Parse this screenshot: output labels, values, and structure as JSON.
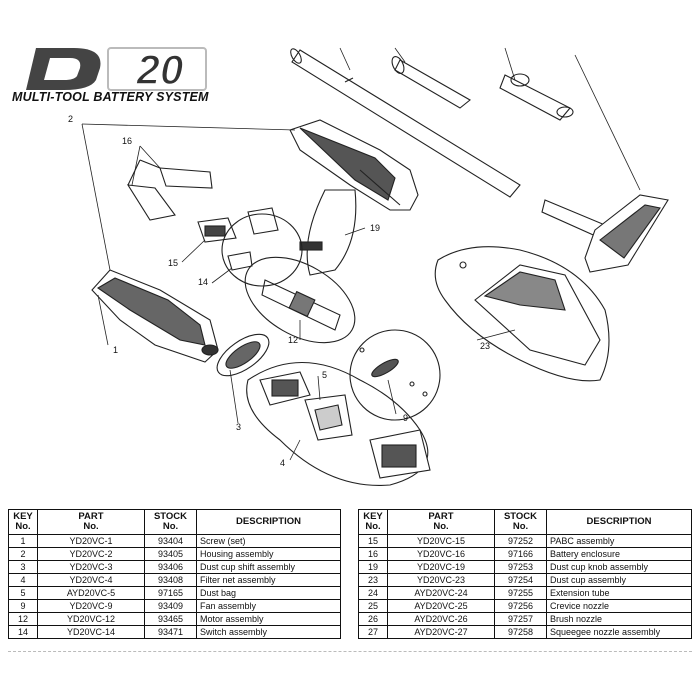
{
  "logo": {
    "mark": "D20",
    "tagline": "MULTI-TOOL BATTERY SYSTEM"
  },
  "diagram": {
    "callouts": [
      "2",
      "16",
      "15",
      "14",
      "1",
      "12",
      "19",
      "5",
      "9",
      "3",
      "4",
      "23"
    ]
  },
  "table_headers": {
    "key": [
      "KEY",
      "No."
    ],
    "part": [
      "PART",
      "No."
    ],
    "stock": [
      "STOCK",
      "No."
    ],
    "description": "DESCRIPTION"
  },
  "parts_left": [
    {
      "key": "1",
      "part": "YD20VC-1",
      "stock": "93404",
      "description": "Screw (set)"
    },
    {
      "key": "2",
      "part": "YD20VC-2",
      "stock": "93405",
      "description": "Housing assembly"
    },
    {
      "key": "3",
      "part": "YD20VC-3",
      "stock": "93406",
      "description": "Dust cup shift assembly"
    },
    {
      "key": "4",
      "part": "YD20VC-4",
      "stock": "93408",
      "description": "Filter net assembly"
    },
    {
      "key": "5",
      "part": "AYD20VC-5",
      "stock": "97165",
      "description": "Dust bag"
    },
    {
      "key": "9",
      "part": "YD20VC-9",
      "stock": "93409",
      "description": "Fan assembly"
    },
    {
      "key": "12",
      "part": "YD20VC-12",
      "stock": "93465",
      "description": "Motor assembly"
    },
    {
      "key": "14",
      "part": "YD20VC-14",
      "stock": "93471",
      "description": "Switch assembly"
    }
  ],
  "parts_right": [
    {
      "key": "15",
      "part": "YD20VC-15",
      "stock": "97252",
      "description": "PABC assembly"
    },
    {
      "key": "16",
      "part": "YD20VC-16",
      "stock": "97166",
      "description": "Battery enclosure"
    },
    {
      "key": "19",
      "part": "YD20VC-19",
      "stock": "97253",
      "description": "Dust cup knob assembly"
    },
    {
      "key": "23",
      "part": "YD20VC-23",
      "stock": "97254",
      "description": "Dust cup assembly"
    },
    {
      "key": "24",
      "part": "AYD20VC-24",
      "stock": "97255",
      "description": "Extension tube"
    },
    {
      "key": "25",
      "part": "AYD20VC-25",
      "stock": "97256",
      "description": "Crevice nozzle"
    },
    {
      "key": "26",
      "part": "AYD20VC-26",
      "stock": "97257",
      "description": "Brush nozzle"
    },
    {
      "key": "27",
      "part": "AYD20VC-27",
      "stock": "97258",
      "description": "Squeegee nozzle assembly"
    }
  ]
}
